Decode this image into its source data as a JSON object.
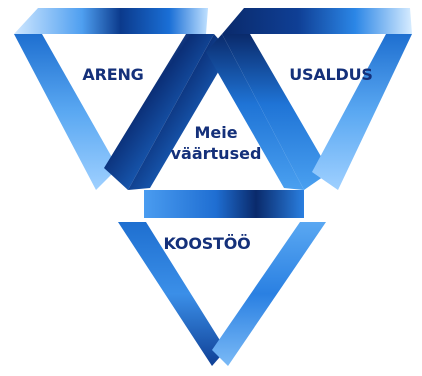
{
  "diagram": {
    "labels": {
      "left": "ARENG",
      "right": "USALDUS",
      "bottom": "KOOSTÖÖ",
      "center_line1": "Meie",
      "center_line2": "väärtused"
    },
    "colors": {
      "text": "#14307a",
      "dark_blue": "#0a2a6b",
      "mid_blue": "#1f74d6",
      "light_blue": "#5aa8f2",
      "pale_blue": "#bfe0ff"
    }
  }
}
